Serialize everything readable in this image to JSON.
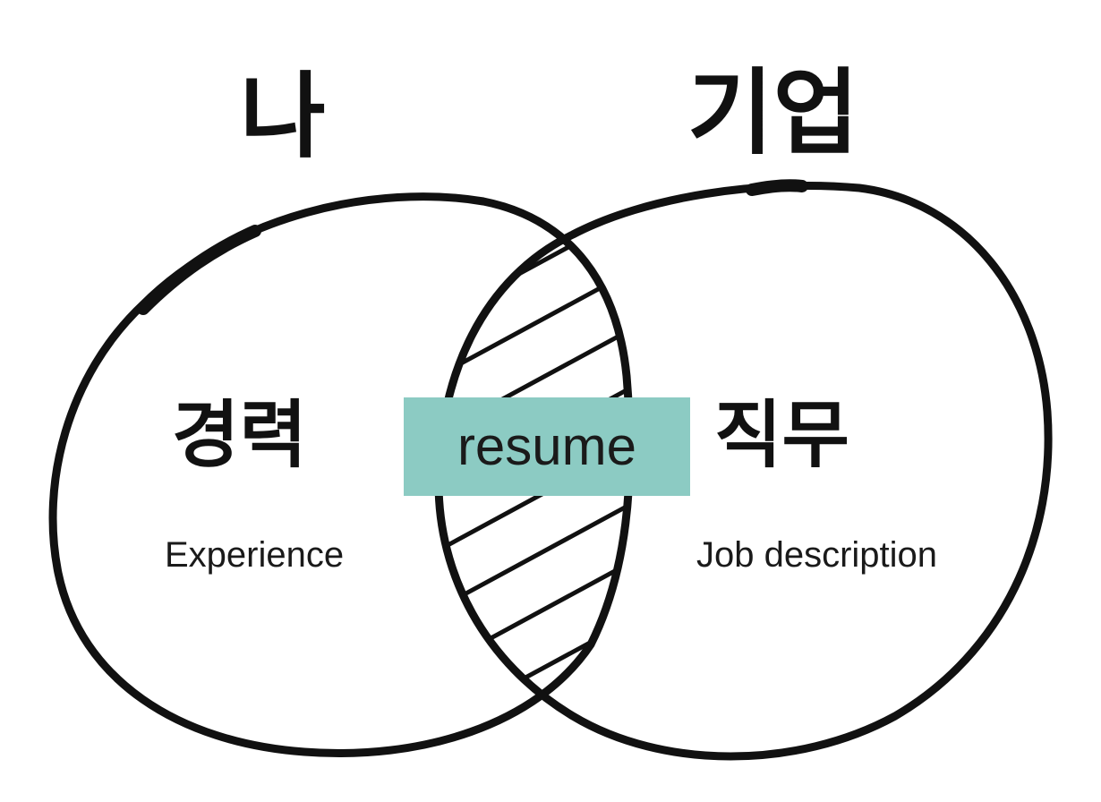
{
  "diagram": {
    "left_set": {
      "title": "나",
      "label": "경력",
      "sublabel": "Experience"
    },
    "right_set": {
      "title": "기업",
      "label": "직무",
      "sublabel": "Job description"
    },
    "overlap": {
      "label": "resume",
      "box_color": "#8ccbc3",
      "hatched": true
    },
    "stroke_color": "#111111"
  }
}
